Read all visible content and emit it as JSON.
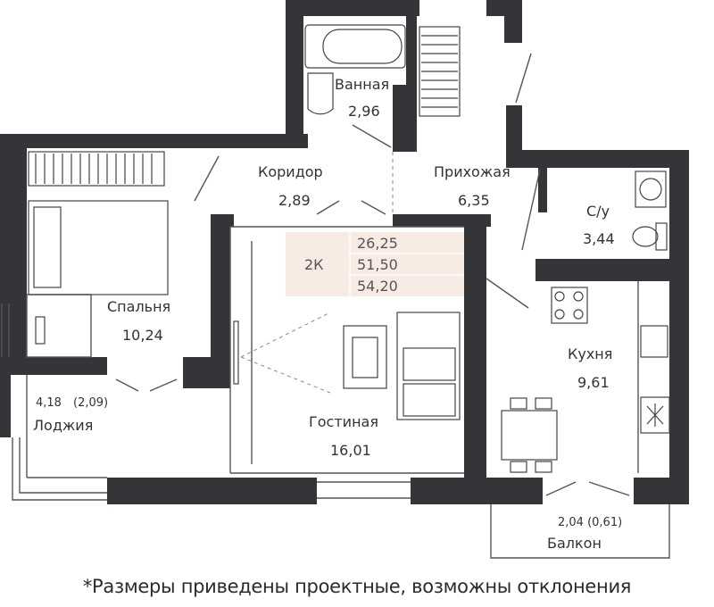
{
  "plan": {
    "wall_color": "#333538",
    "badge_color": "#f7ebe4",
    "rooms": {
      "bathroom": {
        "name": "Ванная",
        "area": "2,96"
      },
      "corridor": {
        "name": "Коридор",
        "area": "2,89"
      },
      "hallway": {
        "name": "Прихожая",
        "area": "6,35"
      },
      "wc": {
        "name": "С/у",
        "area": "3,44"
      },
      "bedroom": {
        "name": "Спальня",
        "area": "10,24"
      },
      "kitchen": {
        "name": "Кухня",
        "area": "9,61"
      },
      "living": {
        "name": "Гостиная",
        "area": "16,01"
      },
      "loggia": {
        "name": "Лоджия",
        "area": "4,18",
        "area_reduced": "(2,09)"
      },
      "balcony": {
        "name": "Балкон",
        "area": "2,04 (0,61)"
      }
    },
    "summary": {
      "type": "2К",
      "living_area": "26,25",
      "total_area": "51,50",
      "total_with_balconies": "54,20"
    }
  },
  "footnote": "*Размеры приведены проектные, возможны отклонения"
}
